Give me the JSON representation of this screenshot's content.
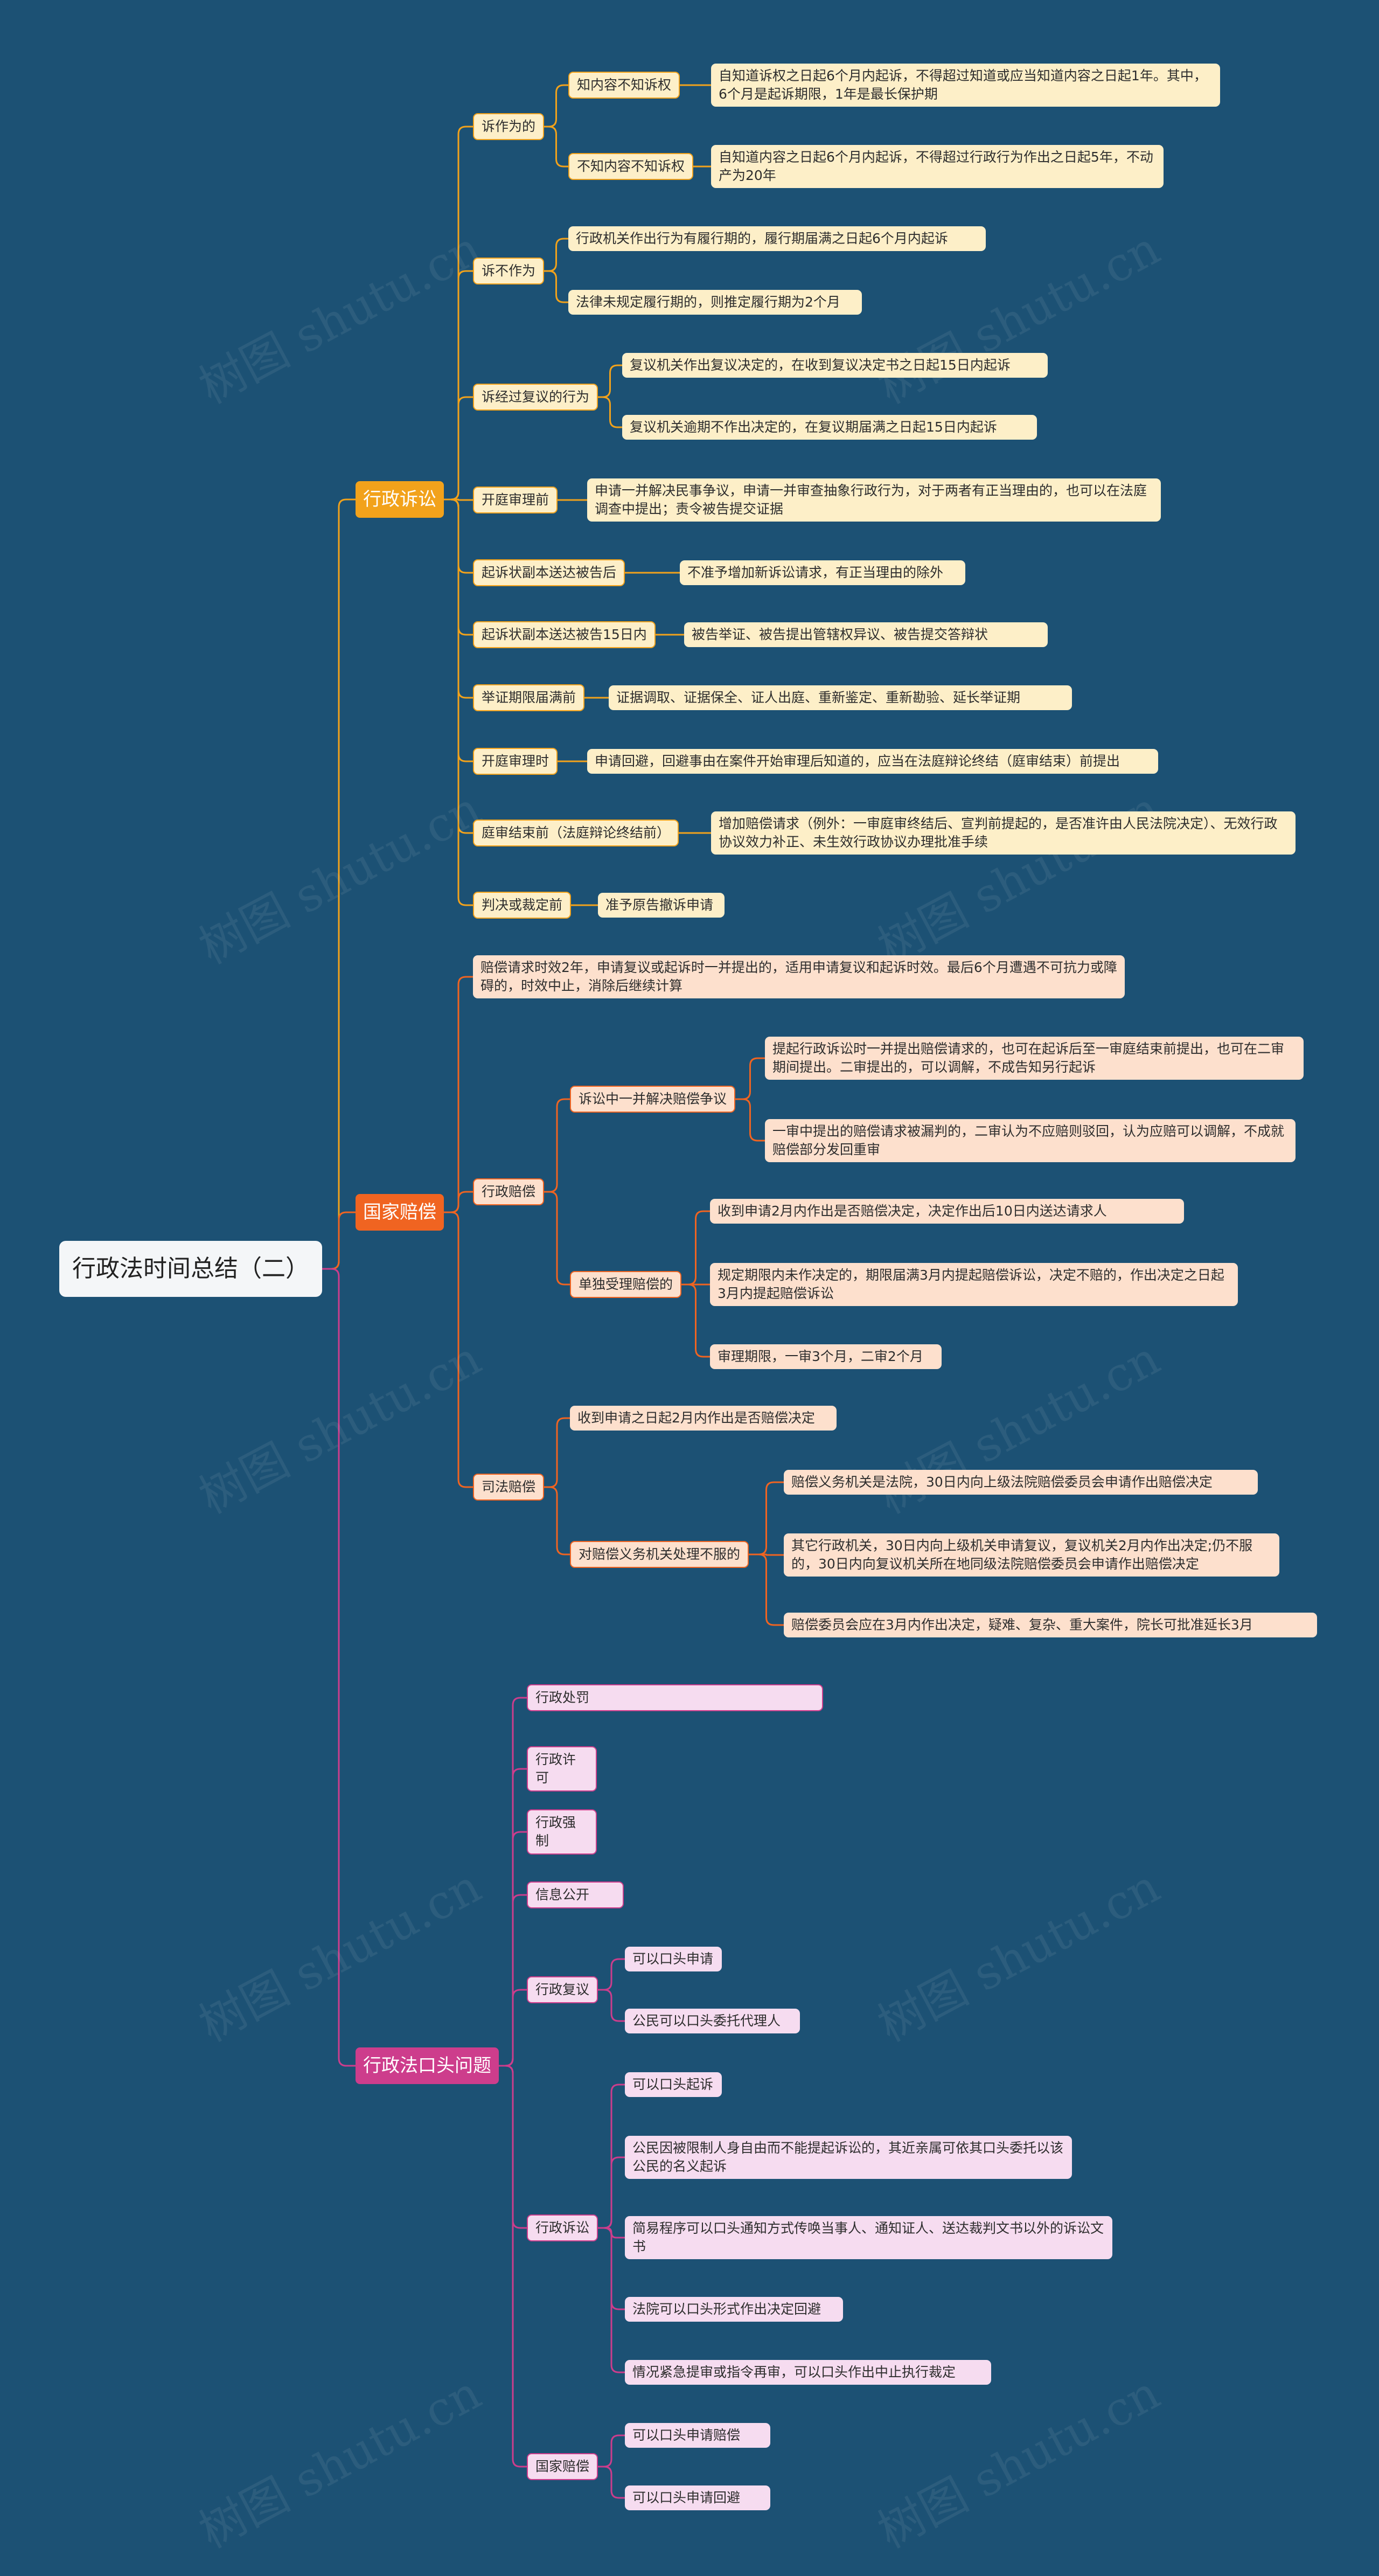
{
  "root": "行政法时间总结（二）",
  "colors": {
    "background": "#1c5174",
    "litigation": "#f2a21b",
    "compensation": "#f06421",
    "oral": "#cd3d8c",
    "litigation_fill": "#fdefc8",
    "compensation_fill": "#fde0cd",
    "oral_fill": "#f6dcf0"
  },
  "watermark": "树图 shutu.cn",
  "branches": [
    {
      "label": "行政诉讼",
      "children": [
        {
          "label": "诉作为的",
          "children": [
            {
              "label": "知内容不知诉权",
              "children": [
                {
                  "label": "自知道诉权之日起6个月内起诉，不得超过知道或应当知道内容之日起1年。其中，6个月是起诉期限，1年是最长保护期"
                }
              ]
            },
            {
              "label": "不知内容不知诉权",
              "children": [
                {
                  "label": "自知道内容之日起6个月内起诉，不得超过行政行为作出之日起5年，不动产为20年"
                }
              ]
            }
          ]
        },
        {
          "label": "诉不作为",
          "children": [
            {
              "label": "行政机关作出行为有履行期的，履行期届满之日起6个月内起诉"
            },
            {
              "label": "法律未规定履行期的，则推定履行期为2个月"
            }
          ]
        },
        {
          "label": "诉经过复议的行为",
          "children": [
            {
              "label": "复议机关作出复议决定的，在收到复议决定书之日起15日内起诉"
            },
            {
              "label": "复议机关逾期不作出决定的，在复议期届满之日起15日内起诉"
            }
          ]
        },
        {
          "label": "开庭审理前",
          "children": [
            {
              "label": "申请一并解决民事争议，申请一并审查抽象行政行为，对于两者有正当理由的，也可以在法庭调查中提出；责令被告提交证据"
            }
          ]
        },
        {
          "label": "起诉状副本送达被告后",
          "children": [
            {
              "label": "不准予增加新诉讼请求，有正当理由的除外"
            }
          ]
        },
        {
          "label": "起诉状副本送达被告15日内",
          "children": [
            {
              "label": "被告举证、被告提出管辖权异议、被告提交答辩状"
            }
          ]
        },
        {
          "label": "举证期限届满前",
          "children": [
            {
              "label": "证据调取、证据保全、证人出庭、重新鉴定、重新勘验、延长举证期"
            }
          ]
        },
        {
          "label": "开庭审理时",
          "children": [
            {
              "label": "申请回避，回避事由在案件开始审理后知道的，应当在法庭辩论终结（庭审结束）前提出"
            }
          ]
        },
        {
          "label": "庭审结束前（法庭辩论终结前）",
          "children": [
            {
              "label": "增加赔偿请求（例外：一审庭审终结后、宣判前提起的，是否准许由人民法院决定）、无效行政协议效力补正、未生效行政协议办理批准手续"
            }
          ]
        },
        {
          "label": "判决或裁定前",
          "children": [
            {
              "label": "准予原告撤诉申请"
            }
          ]
        }
      ]
    },
    {
      "label": "国家赔偿",
      "children": [
        {
          "label": "赔偿请求时效2年，申请复议或起诉时一并提出的，适用申请复议和起诉时效。最后6个月遭遇不可抗力或障碍的，时效中止，消除后继续计算"
        },
        {
          "label": "行政赔偿",
          "children": [
            {
              "label": "诉讼中一并解决赔偿争议",
              "children": [
                {
                  "label": "提起行政诉讼时一并提出赔偿请求的，也可在起诉后至一审庭结束前提出，也可在二审期间提出。二审提出的，可以调解，不成告知另行起诉"
                },
                {
                  "label": "一审中提出的赔偿请求被漏判的，二审认为不应赔则驳回，认为应赔可以调解，不成就赔偿部分发回重审"
                }
              ]
            },
            {
              "label": "单独受理赔偿的",
              "children": [
                {
                  "label": "收到申请2月内作出是否赔偿决定，决定作出后10日内送达请求人"
                },
                {
                  "label": "规定期限内未作决定的，期限届满3月内提起赔偿诉讼，决定不赔的，作出决定之日起3月内提起赔偿诉讼"
                },
                {
                  "label": "审理期限，一审3个月，二审2个月"
                }
              ]
            }
          ]
        },
        {
          "label": "司法赔偿",
          "children": [
            {
              "label": "收到申请之日起2月内作出是否赔偿决定"
            },
            {
              "label": "对赔偿义务机关处理不服的",
              "children": [
                {
                  "label": "赔偿义务机关是法院，30日内向上级法院赔偿委员会申请作出赔偿决定"
                },
                {
                  "label": "其它行政机关，30日内向上级机关申请复议，复议机关2月内作出决定;仍不服的，30日内向复议机关所在地同级法院赔偿委员会申请作出赔偿决定"
                },
                {
                  "label": "赔偿委员会应在3月内作出决定，疑难、复杂、重大案件，院长可批准延长3月"
                }
              ]
            }
          ]
        }
      ]
    },
    {
      "label": "行政法口头问题",
      "children": [
        {
          "label": "行政处罚",
          "children": [
            {
              "label": "只有对在现场发现的违法行为人，可以口头传唤，其余行为均须以书面形式"
            }
          ]
        },
        {
          "label": "行政许可",
          "children": [
            {
              "label": "无口头"
            }
          ]
        },
        {
          "label": "行政强制",
          "children": [
            {
              "label": "无口头"
            }
          ]
        },
        {
          "label": "信息公开",
          "children": [
            {
              "label": "可以口头申请"
            }
          ]
        },
        {
          "label": "行政复议",
          "children": [
            {
              "label": "可以口头申请"
            },
            {
              "label": "公民可以口头委托代理人"
            }
          ]
        },
        {
          "label": "行政诉讼",
          "children": [
            {
              "label": "可以口头起诉"
            },
            {
              "label": "公民因被限制人身自由而不能提起诉讼的，其近亲属可依其口头委托以该公民的名义起诉"
            },
            {
              "label": "简易程序可以口头通知方式传唤当事人、通知证人、送达裁判文书以外的诉讼文书"
            },
            {
              "label": "法院可以口头形式作出决定回避"
            },
            {
              "label": "情况紧急提审或指令再审，可以口头作出中止执行裁定"
            }
          ]
        },
        {
          "label": "国家赔偿",
          "children": [
            {
              "label": "可以口头申请赔偿"
            },
            {
              "label": "可以口头申请回避"
            }
          ]
        }
      ]
    }
  ]
}
